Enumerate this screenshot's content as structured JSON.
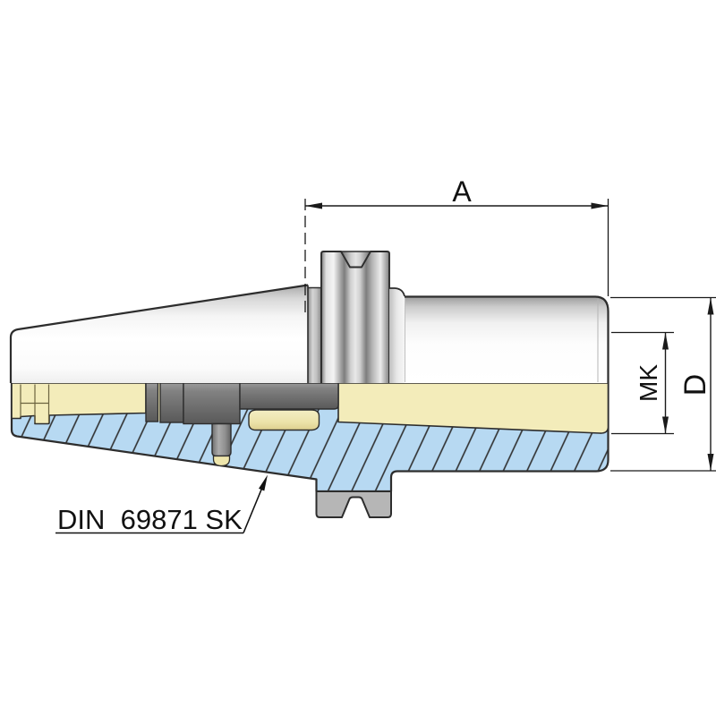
{
  "drawing": {
    "part_label": "DIN  69871 SK",
    "dimensions": {
      "length": "A",
      "taper": "MK",
      "diameter": "D"
    }
  },
  "colors": {
    "background": "#ffffff",
    "section-blue": "#b7d9f2",
    "bore-yellow": "#f3ecba",
    "bore-yellow-dark": "#eadfa0",
    "steel-gray": "#b6b6b6",
    "outline": "#2d2d2d",
    "dim-line": "#1a1a1a"
  }
}
